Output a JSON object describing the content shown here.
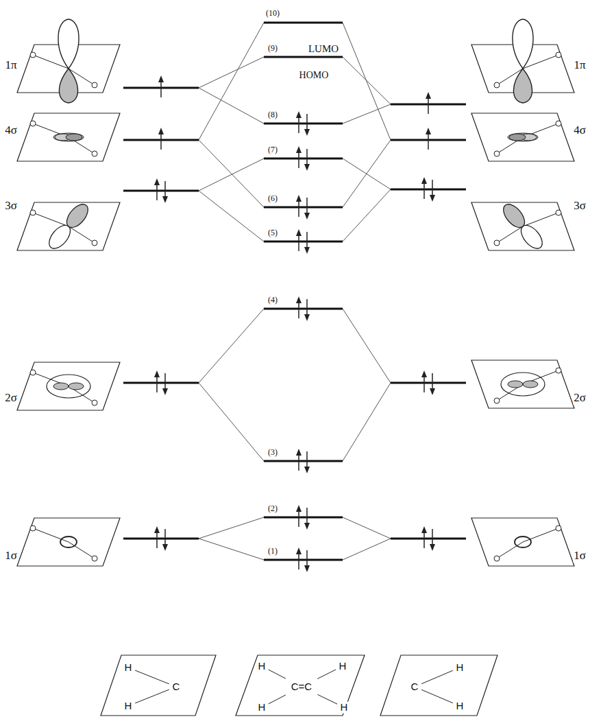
{
  "diagram": {
    "nodes": [
      {
        "text": [
          "H",
          "C",
          "H"
        ]
      },
      {
        "text": [
          "H",
          "H",
          "C=C",
          "H",
          "H"
        ]
      },
      {
        "text": [
          "C",
          "H",
          "H"
        ]
      }
    ],
    "labels": [
      "1π",
      "4σ",
      "3σ",
      "2σ",
      "1σ",
      "(10)",
      "(9)",
      "LUMO",
      "HOMO",
      "(8)",
      "(7)",
      "(6)",
      "(5)",
      "(4)",
      "(3)",
      "(2)",
      "(1)",
      "1π",
      "4σ",
      "3σ",
      "2σ",
      "1σ"
    ]
  }
}
